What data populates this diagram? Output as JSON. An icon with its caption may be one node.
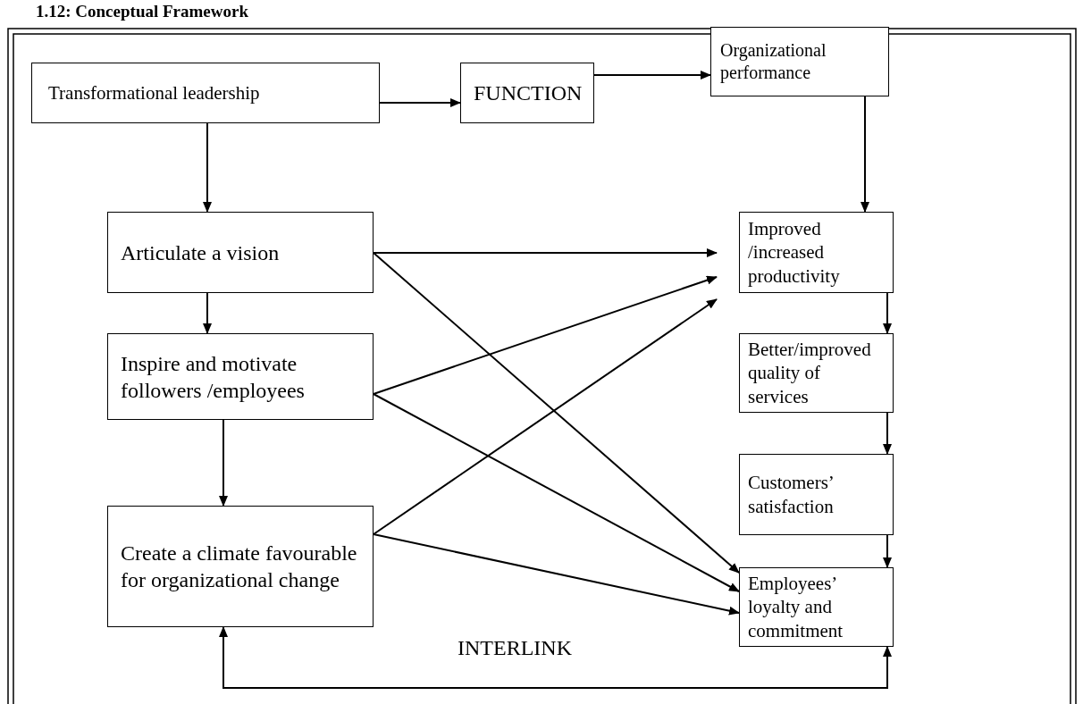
{
  "diagram": {
    "title": "1.12: Conceptual Framework",
    "nodes": [
      {
        "text": [
          "Transformational leadership"
        ]
      },
      {
        "text": [
          "FUNCTION"
        ]
      },
      {
        "text": [
          "Organizational performance"
        ]
      },
      {
        "text": [
          "Articulate a vision"
        ]
      },
      {
        "text": [
          "Inspire and motivate followers /employees"
        ]
      },
      {
        "text": [
          "Create a climate favourable for organizational change"
        ]
      },
      {
        "text": [
          "Improved /increased productivity"
        ]
      },
      {
        "text": [
          "Better/improved quality of services"
        ]
      },
      {
        "text": [
          "Customers’ satisfaction"
        ]
      },
      {
        "text": [
          "Employees’ loyalty and commitment"
        ]
      }
    ],
    "edges": [
      {
        "from": 0,
        "to": 1,
        "arrow": "to"
      },
      {
        "from": 1,
        "to": 2,
        "arrow": "to"
      },
      {
        "from": 0,
        "to": 3,
        "arrow": "to"
      },
      {
        "from": 2,
        "to": 6,
        "arrow": "to"
      },
      {
        "from": 3,
        "to": 4,
        "arrow": "to"
      },
      {
        "from": 4,
        "to": 5,
        "arrow": "to"
      },
      {
        "from": 6,
        "to": 7,
        "arrow": "to"
      },
      {
        "from": 7,
        "to": 8,
        "arrow": "to"
      },
      {
        "from": 8,
        "to": 9,
        "arrow": "to"
      },
      {
        "from": 3,
        "to": 6,
        "arrow": "to"
      },
      {
        "from": 3,
        "to": 9,
        "arrow": "to"
      },
      {
        "from": 4,
        "to": 6,
        "arrow": "to"
      },
      {
        "from": 4,
        "to": 9,
        "arrow": "to"
      },
      {
        "from": 5,
        "to": 6,
        "arrow": "to"
      },
      {
        "from": 5,
        "to": 9,
        "arrow": "to"
      },
      {
        "from": 5,
        "to": 9,
        "arrow": "both",
        "label": "INTERLINK"
      }
    ]
  }
}
